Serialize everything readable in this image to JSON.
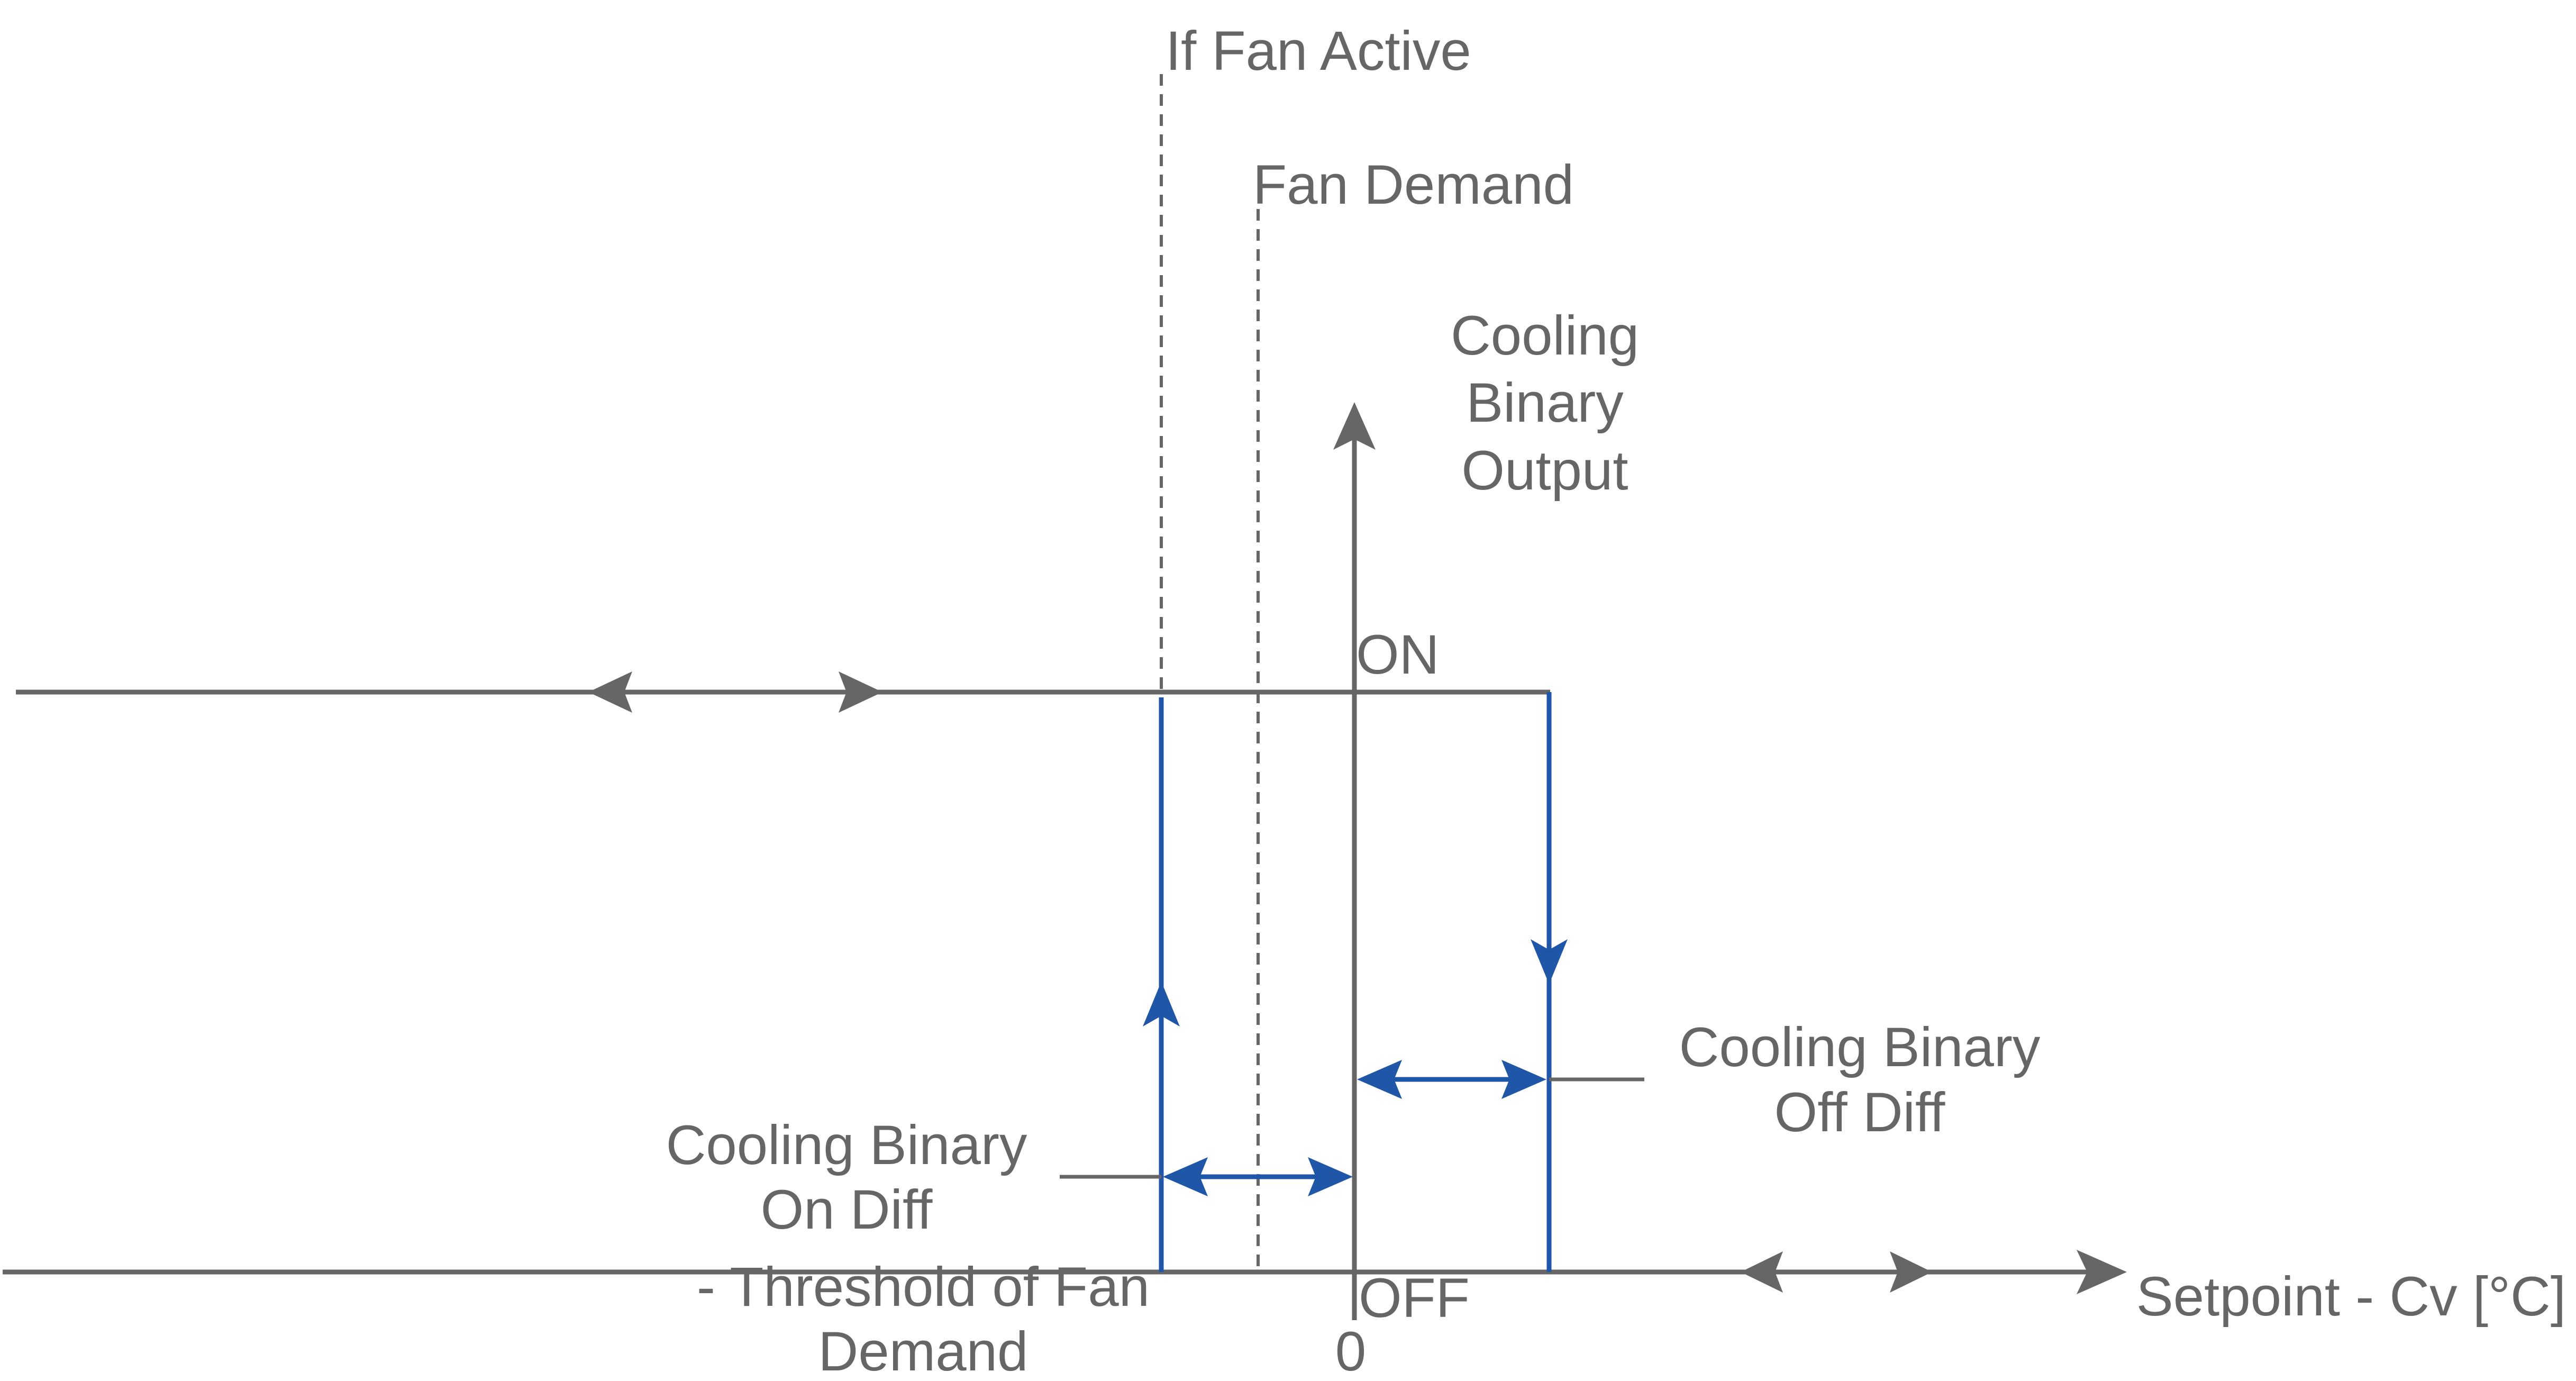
{
  "labels": {
    "if_fan_active": "If Fan Active",
    "fan_demand": "Fan Demand",
    "output_line1": "Cooling",
    "output_line2": "Binary",
    "output_line3": "Output",
    "on": "ON",
    "off": "OFF",
    "zero": "0",
    "off_diff_line1": "Cooling Binary",
    "off_diff_line2": "Off Diff",
    "on_diff_line1": "Cooling Binary",
    "on_diff_line2": "On Diff",
    "threshold_line1": "- Threshold of Fan",
    "threshold_line2": "Demand",
    "x_axis": "Setpoint - Cv [°C]"
  },
  "colors": {
    "line": "#666666",
    "accent": "#1f56a8"
  }
}
